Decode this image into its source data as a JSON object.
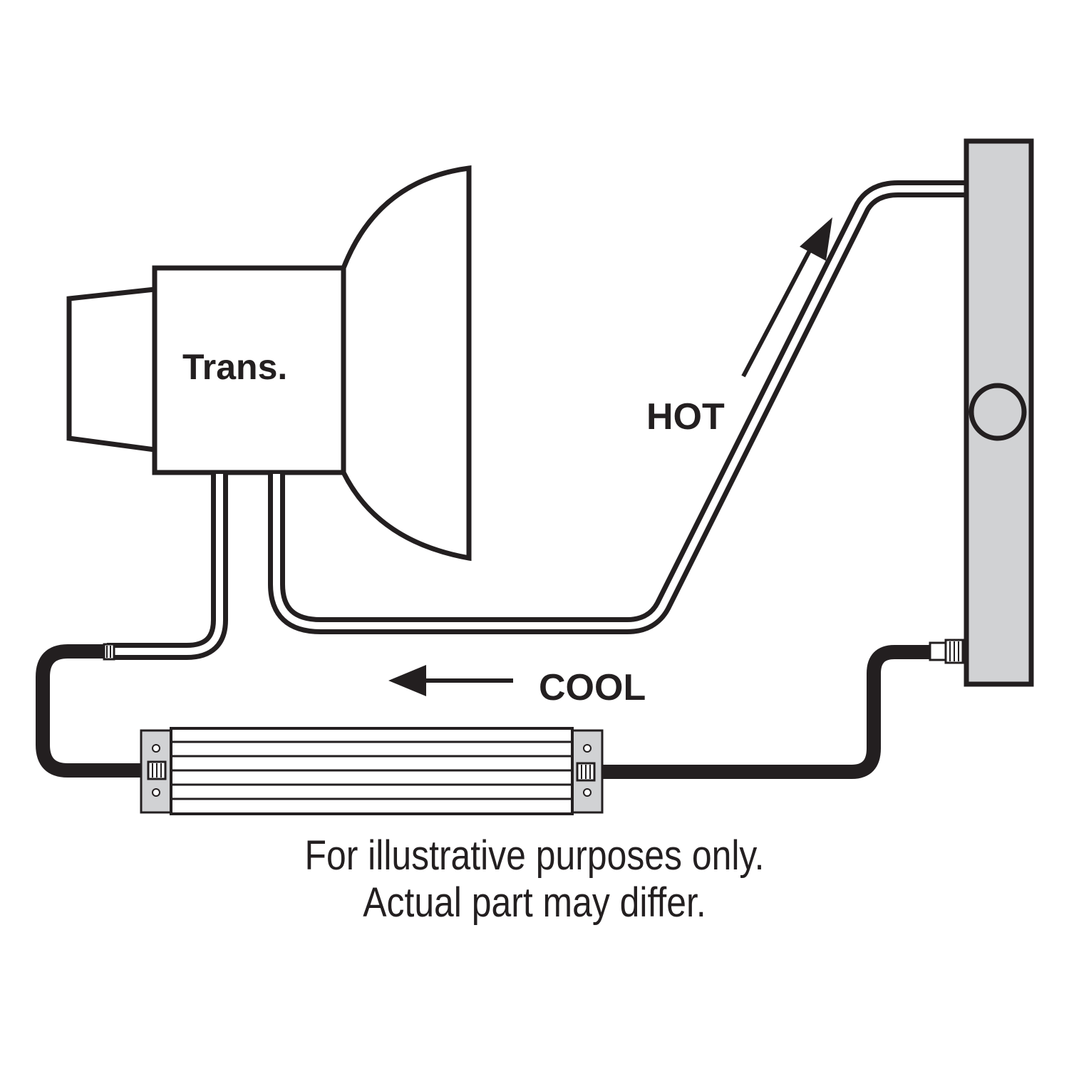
{
  "labels": {
    "transmission": "Trans.",
    "hot": "HOT",
    "cool": "COOL"
  },
  "caption": {
    "line1": "For illustrative purposes only.",
    "line2": "Actual part may differ."
  },
  "colors": {
    "line": "#231f20",
    "radiator_fill": "#d1d2d4",
    "background": "#ffffff"
  }
}
